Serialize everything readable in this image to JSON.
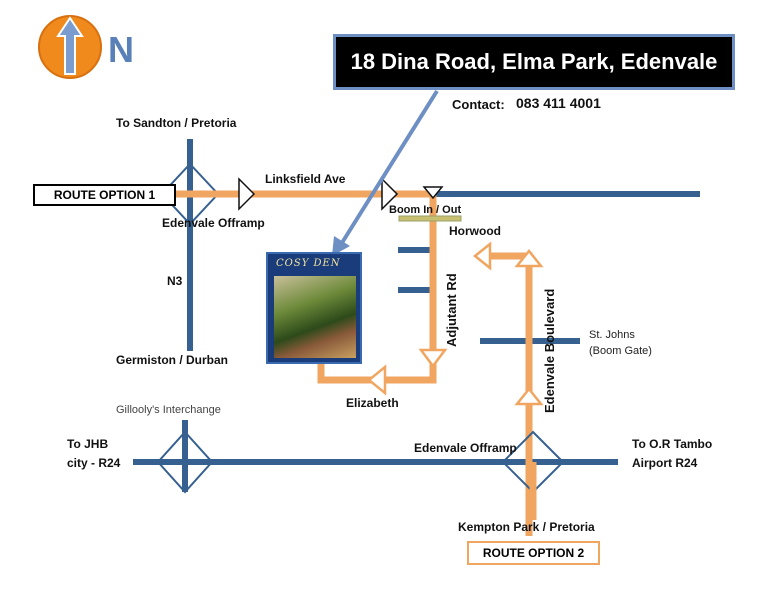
{
  "compass": {
    "letter": "N",
    "icon": "north-arrow-icon"
  },
  "address": {
    "title": "18 Dina Road, Elma Park, Edenvale"
  },
  "contact": {
    "label": "Contact:",
    "number": "083 411 4001"
  },
  "routes": {
    "option1": "ROUTE OPTION 1",
    "option2": "ROUTE OPTION 2"
  },
  "labels": {
    "to_sandton": "To Sandton / Pretoria",
    "linksfield": "Linksfield Ave",
    "edenvale_offramp_n3": "Edenvale Offramp",
    "boom": "Boom In / Out",
    "horwood": "Horwood",
    "n3": "N3",
    "germiston": "Germiston / Durban",
    "adjutant": "Adjutant Rd",
    "edenvale_blvd": "Edenvale Boulevard",
    "st_johns_1": "St. Johns",
    "st_johns_2": "(Boom Gate)",
    "elizabeth": "Elizabeth",
    "gillooly": "Gillooly's Interchange",
    "to_jhb_1": "To  JHB",
    "to_jhb_2": "city -  R24",
    "edenvale_offramp_r24": "Edenvale Offramp",
    "to_ortambo_1": "To O.R Tambo",
    "to_ortambo_2": "Airport R24",
    "kempton": "Kempton Park / Pretoria"
  },
  "photo": {
    "sign": "COSY DEN"
  },
  "colors": {
    "route": "#f0a560",
    "road": "#35608f",
    "arrow_fill": "#ffffff",
    "compass_orange": "#f08a1c",
    "compass_blue": "#6d8fc4",
    "callout": "#6d8fc4"
  }
}
